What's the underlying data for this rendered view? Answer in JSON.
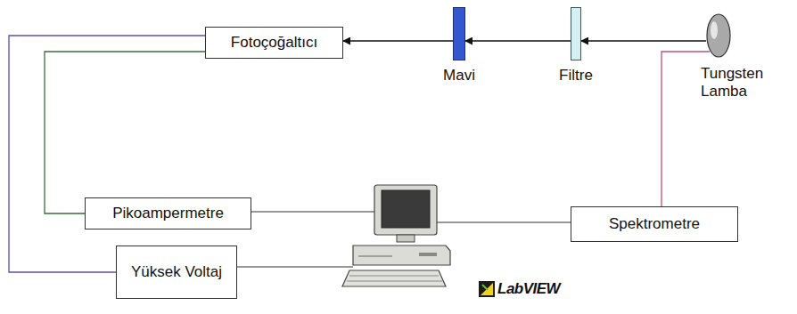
{
  "diagram": {
    "nodes": [
      {
        "text": [
          "Fotoçoğaltıcı"
        ]
      },
      {
        "text": [
          "Mavi"
        ]
      },
      {
        "text": [
          "Filtre"
        ]
      },
      {
        "text": [
          "Tungsten Lamba"
        ]
      },
      {
        "text": [
          "Pikoampermetre"
        ]
      },
      {
        "text": [
          "Spektrometre"
        ]
      },
      {
        "text": [
          "Yüksek Voltaj"
        ]
      }
    ],
    "edges": [
      {
        "from": 3,
        "to": 2,
        "arrow": "to"
      },
      {
        "from": 2,
        "to": 1,
        "arrow": "to"
      },
      {
        "from": 1,
        "to": 0,
        "arrow": "to"
      },
      {
        "from": 0,
        "to": 4,
        "arrow": "none"
      },
      {
        "from": 0,
        "to": 6,
        "arrow": "none"
      },
      {
        "from": 3,
        "to": 5,
        "arrow": "none"
      }
    ],
    "labels": [
      "LabVIEW"
    ]
  }
}
